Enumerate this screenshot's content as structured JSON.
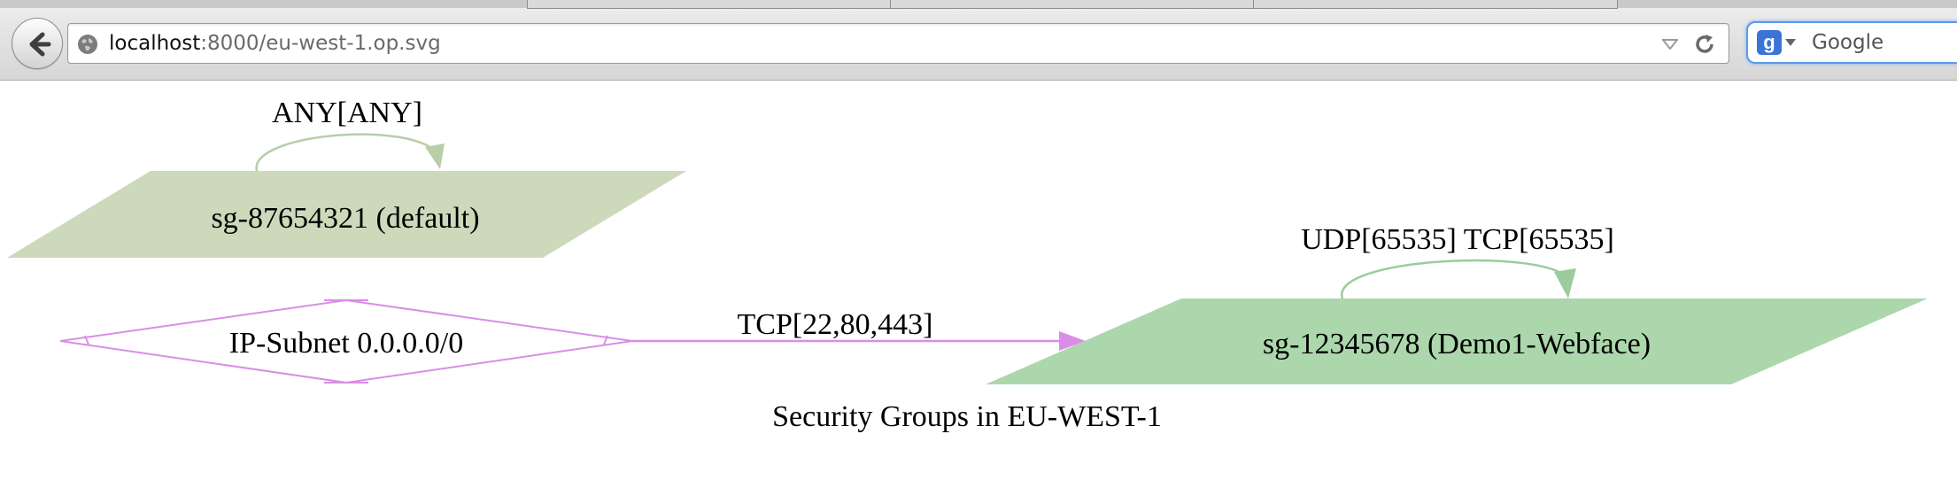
{
  "browser": {
    "url_host": "localhost",
    "url_path": ":8000/eu-west-1.op.svg",
    "search_engine_letter": "g",
    "search_placeholder": "Google"
  },
  "graph": {
    "caption": "Security Groups in EU-WEST-1",
    "colors": {
      "default_group": "#ccd9bb",
      "default_edge": "#b9cda6",
      "webface_group": "#acd7ac",
      "webface_edge": "#9bcc9b",
      "subnet_stroke": "#d98ee6"
    },
    "nodes": {
      "default_group": {
        "label": "sg-87654321 (default)",
        "self_rule": "ANY[ANY]"
      },
      "subnet": {
        "label": "IP-Subnet 0.0.0.0/0"
      },
      "webface_group": {
        "label": "sg-12345678 (Demo1-Webface)",
        "self_rule": "UDP[65535] TCP[65535]"
      }
    },
    "edges": [
      {
        "from": "IP-Subnet 0.0.0.0/0",
        "to": "sg-12345678 (Demo1-Webface)",
        "label": "TCP[22,80,443]"
      }
    ]
  }
}
